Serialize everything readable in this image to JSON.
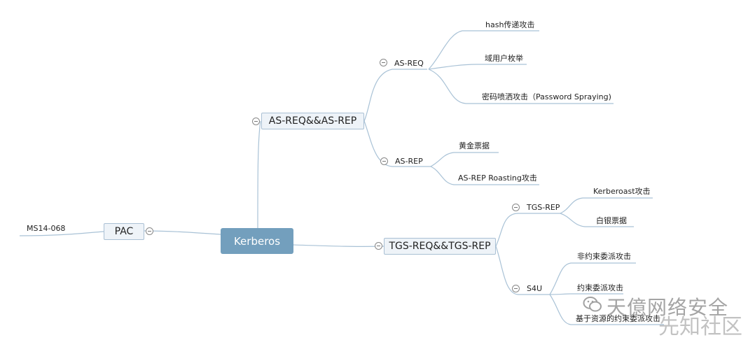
{
  "mindmap": {
    "root": "Kerberos",
    "pac": "PAC",
    "ms14": "MS14-068",
    "asreq_asrep": "AS-REQ&&AS-REP",
    "as_req": "AS-REQ",
    "hash_attack": "hash传递攻击",
    "domain_enum": "域用户枚举",
    "pwd_spray": "密码喷洒攻击（Password Spraying)",
    "as_rep": "AS-REP",
    "golden": "黄金票据",
    "asrep_roast": "AS-REP Roasting攻击",
    "tgs_pair": "TGS-REQ&&TGS-REP",
    "tgs_rep": "TGS-REP",
    "kerberoast": "Kerberoast攻击",
    "silver": "白银票据",
    "s4u": "S4U",
    "unconstrained": "非约束委派攻击",
    "constrained": "约束委派攻击",
    "rbcd": "基于资源的约束委派攻击"
  },
  "watermark": {
    "line1": "天億网络安全",
    "line2": "先知社区"
  },
  "colors": {
    "line": "#a9c2d6",
    "root_fill": "#739fbd",
    "box_fill": "#eef3f8",
    "box_border": "#aac0d4"
  }
}
